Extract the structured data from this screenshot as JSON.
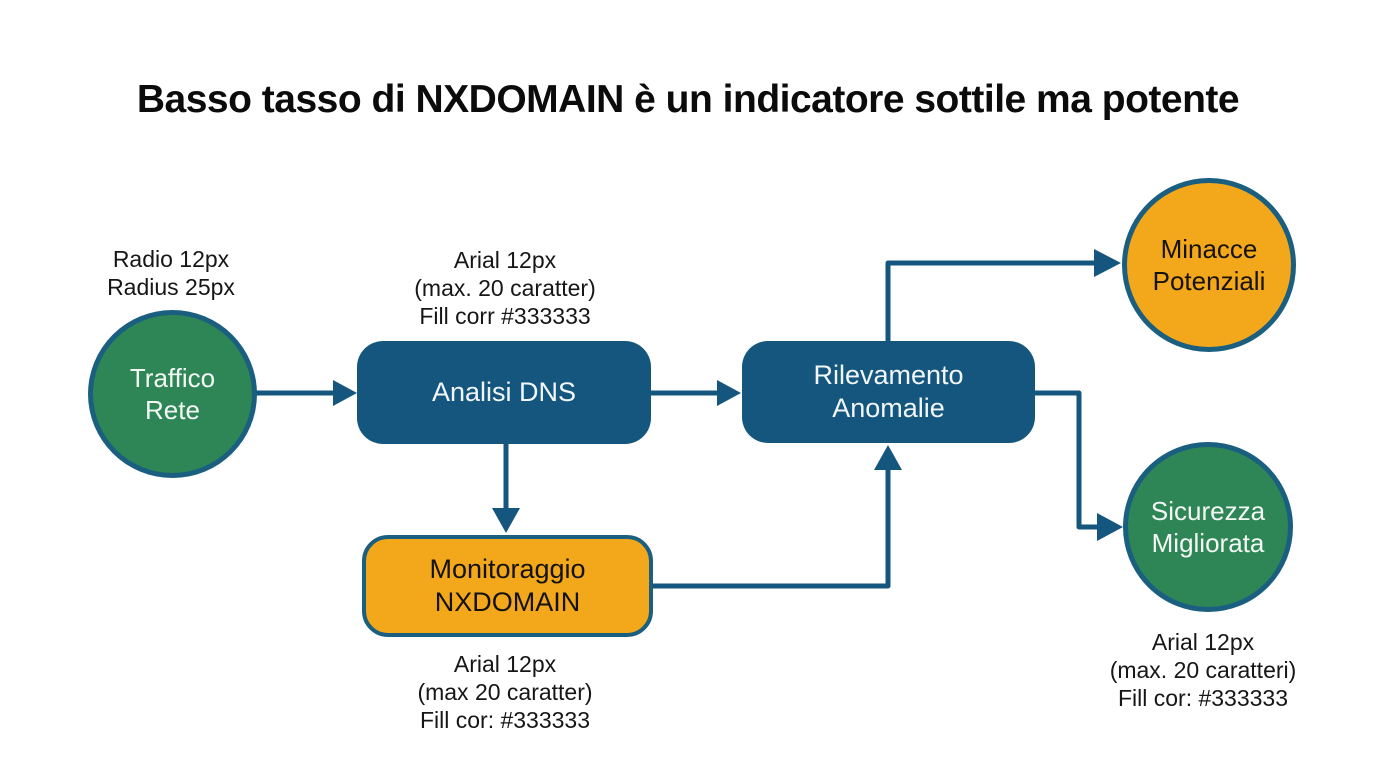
{
  "title": "Basso tasso di NXDOMAIN è un indicatore sottile ma potente",
  "colors": {
    "node_blue": "#15567F",
    "node_green": "#2E8656",
    "node_orange": "#F3A71B",
    "node_border_blue": "#1A5E80",
    "connector_blue": "#15567F",
    "annotation_text": "#161616",
    "title_text": "#0b0b0b"
  },
  "nodes": {
    "traffico": {
      "line1": "Traffico",
      "line2": "Rete"
    },
    "analisi": {
      "label": "Analisi DNS"
    },
    "rilevamento": {
      "line1": "Rilevamento",
      "line2": "Anomalie"
    },
    "monitoraggio": {
      "line1": "Monitoraggio",
      "line2": "NXDOMAIN"
    },
    "minacce": {
      "line1": "Minacce",
      "line2": "Potenziali"
    },
    "sicurezza": {
      "line1": "Sicurezza",
      "line2": "Migliorata"
    }
  },
  "annotations": {
    "traffico": {
      "lines": [
        "Radio 12px",
        "Radius 25px"
      ]
    },
    "analisi": {
      "lines": [
        "Arial 12px",
        "(max. 20 caratter)",
        "Fill corr #333333"
      ]
    },
    "monitoraggio": {
      "lines": [
        "Arial 12px",
        "(max 20 caratter)",
        "Fill cor: #333333"
      ]
    },
    "sicurezza": {
      "lines": [
        "Arial 12px",
        "(max. 20 caratteri)",
        "Fill cor: #333333"
      ]
    }
  }
}
